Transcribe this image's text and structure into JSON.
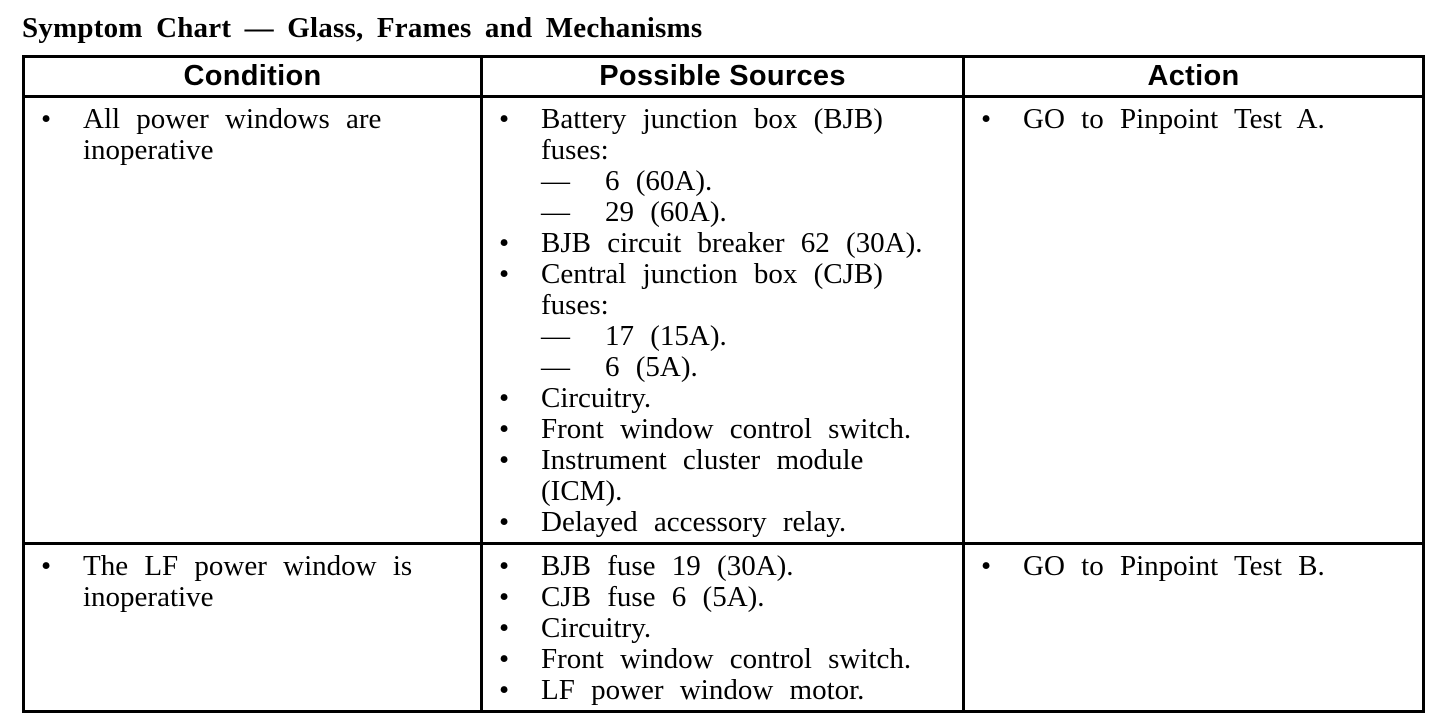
{
  "page_title": "Symptom Chart — Glass, Frames and Mechanisms",
  "markers": {
    "bullet": "•",
    "dash": "—"
  },
  "colors": {
    "text": "#000000",
    "background": "#ffffff",
    "border": "#000000"
  },
  "table": {
    "headers": [
      "Condition",
      "Possible Sources",
      "Action"
    ],
    "rows": [
      {
        "condition": [
          "All power windows are inoperative"
        ],
        "sources": [
          {
            "text": "Battery junction box (BJB) fuses:",
            "subs": [
              "6 (60A).",
              "29 (60A)."
            ]
          },
          {
            "text": "BJB circuit breaker 62 (30A)."
          },
          {
            "text": "Central junction box (CJB) fuses:",
            "subs": [
              "17 (15A).",
              "6 (5A)."
            ]
          },
          {
            "text": "Circuitry."
          },
          {
            "text": "Front window control switch."
          },
          {
            "text": "Instrument cluster module (ICM)."
          },
          {
            "text": "Delayed accessory relay."
          }
        ],
        "action": [
          "GO to Pinpoint Test A."
        ]
      },
      {
        "condition": [
          "The LF power window is inoperative"
        ],
        "sources": [
          {
            "text": "BJB fuse 19 (30A)."
          },
          {
            "text": "CJB fuse 6 (5A)."
          },
          {
            "text": "Circuitry."
          },
          {
            "text": "Front window control switch."
          },
          {
            "text": "LF power window motor."
          }
        ],
        "action": [
          "GO to Pinpoint Test B."
        ]
      }
    ]
  }
}
